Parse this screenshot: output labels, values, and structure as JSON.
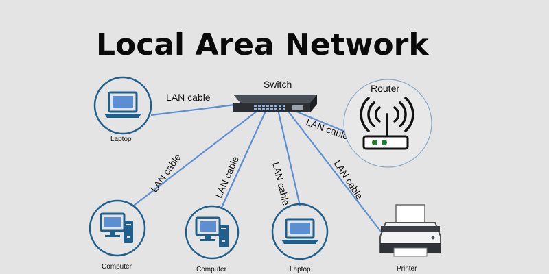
{
  "title": "Local Area Network",
  "switch": {
    "label": "Switch"
  },
  "router": {
    "label": "Router"
  },
  "cable_label": "LAN cable",
  "devices": {
    "laptop_top": "Laptop",
    "computer_left": "Computer",
    "computer_mid": "Computer",
    "laptop_bottom": "Laptop",
    "printer": "Printer"
  },
  "colors": {
    "background": "#e4e4e4",
    "cable": "#5b8fd1",
    "circle_stroke": "#1f5f8b",
    "device": "#1f5f8b",
    "router_circle": "#8aa8c4"
  }
}
